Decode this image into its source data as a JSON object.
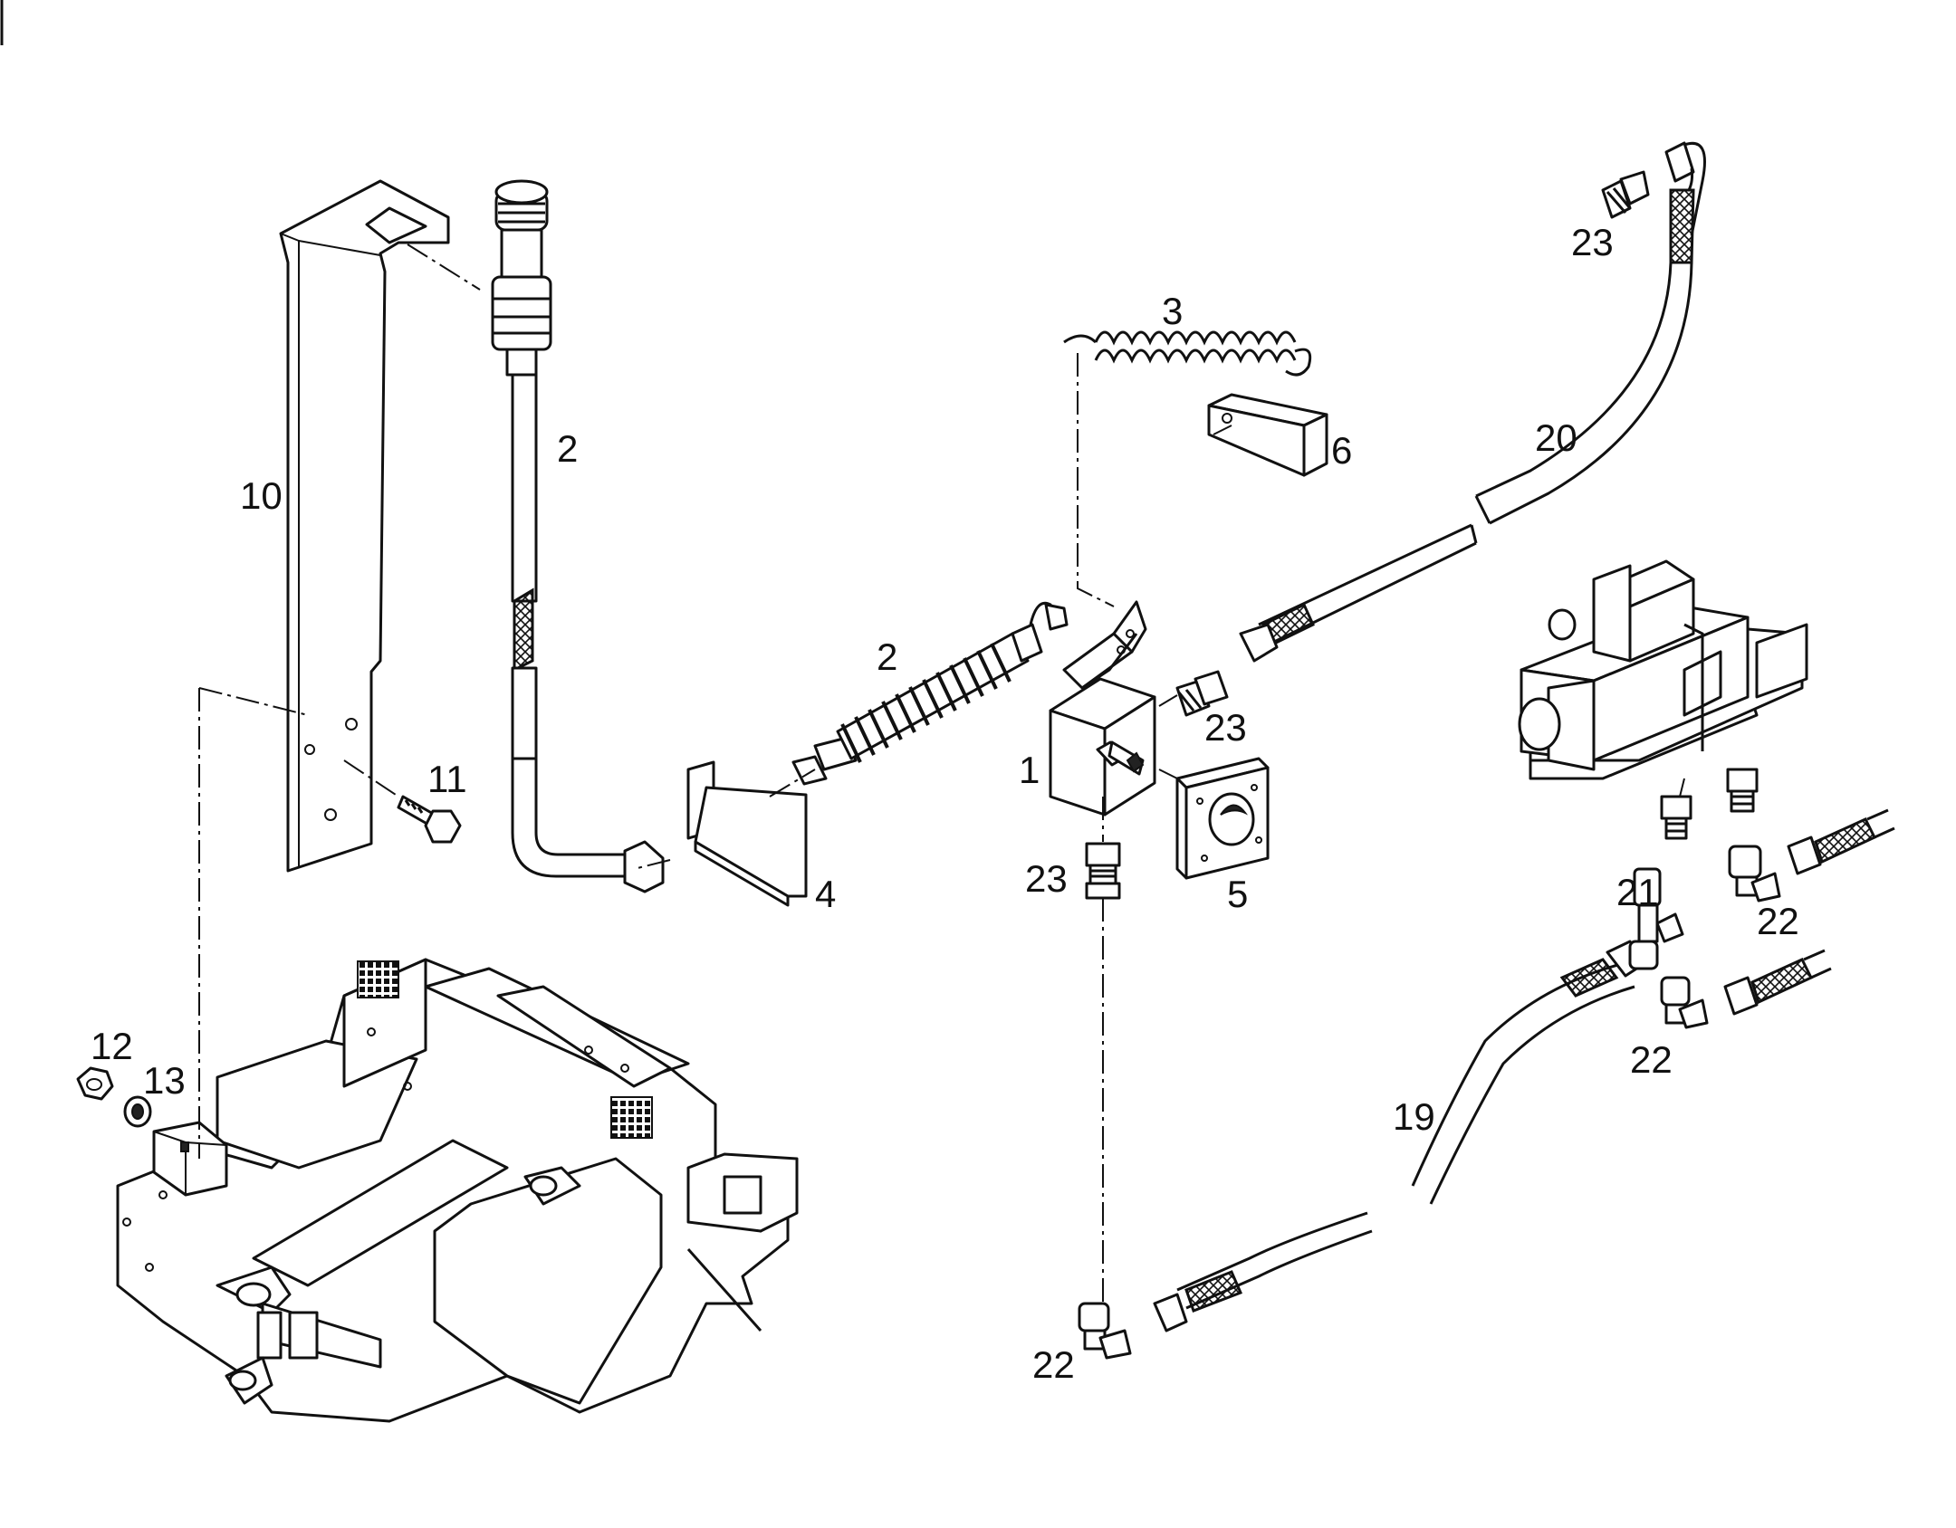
{
  "labels": {
    "l1": "1",
    "l2a": "2",
    "l2b": "2",
    "l3": "3",
    "l4": "4",
    "l5": "5",
    "l6": "6",
    "l10": "10",
    "l11": "11",
    "l12": "12",
    "l13": "13",
    "l19": "19",
    "l20": "20",
    "l21": "21",
    "l22a": "22",
    "l22b": "22",
    "l22c": "22",
    "l23a": "23",
    "l23b": "23",
    "l23c": "23"
  }
}
